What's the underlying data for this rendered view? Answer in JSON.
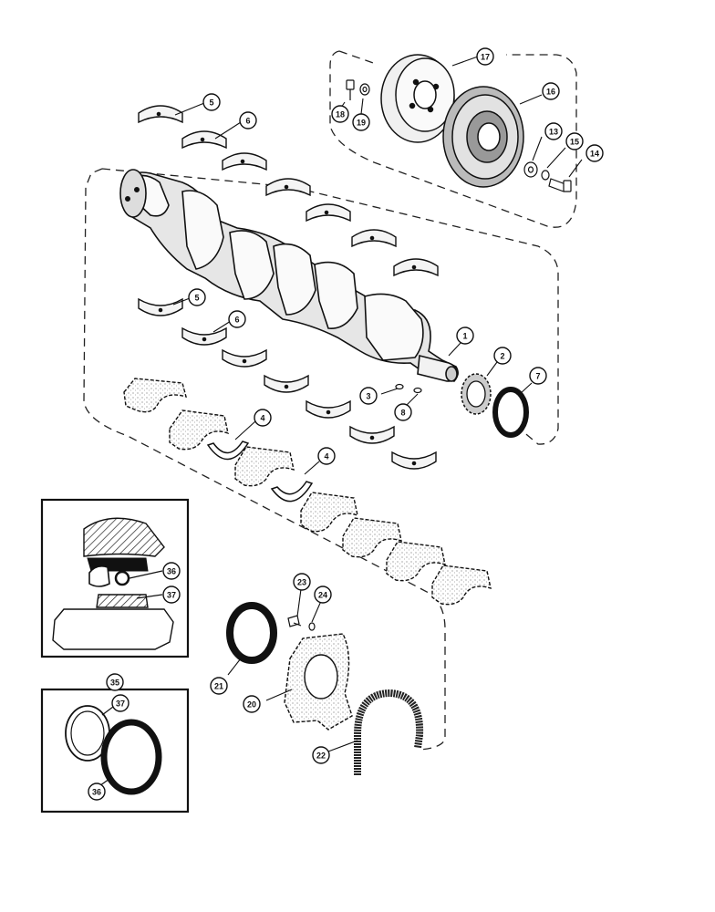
{
  "diagram": {
    "callouts": [
      {
        "id": "c5a",
        "label": "5"
      },
      {
        "id": "c6a",
        "label": "6"
      },
      {
        "id": "c5b",
        "label": "5"
      },
      {
        "id": "c6b",
        "label": "6"
      },
      {
        "id": "c1",
        "label": "1"
      },
      {
        "id": "c2",
        "label": "2"
      },
      {
        "id": "c3",
        "label": "3"
      },
      {
        "id": "c8",
        "label": "8"
      },
      {
        "id": "c7",
        "label": "7"
      },
      {
        "id": "c4a",
        "label": "4"
      },
      {
        "id": "c4b",
        "label": "4"
      },
      {
        "id": "c17",
        "label": "17"
      },
      {
        "id": "c16",
        "label": "16"
      },
      {
        "id": "c18",
        "label": "18"
      },
      {
        "id": "c19",
        "label": "19"
      },
      {
        "id": "c13",
        "label": "13"
      },
      {
        "id": "c15",
        "label": "15"
      },
      {
        "id": "c14",
        "label": "14"
      },
      {
        "id": "c36a",
        "label": "36"
      },
      {
        "id": "c37a",
        "label": "37"
      },
      {
        "id": "c35",
        "label": "35"
      },
      {
        "id": "c37b",
        "label": "37"
      },
      {
        "id": "c36b",
        "label": "36"
      },
      {
        "id": "c23",
        "label": "23"
      },
      {
        "id": "c24",
        "label": "24"
      },
      {
        "id": "c21",
        "label": "21"
      },
      {
        "id": "c20",
        "label": "20"
      },
      {
        "id": "c22",
        "label": "22"
      }
    ]
  }
}
